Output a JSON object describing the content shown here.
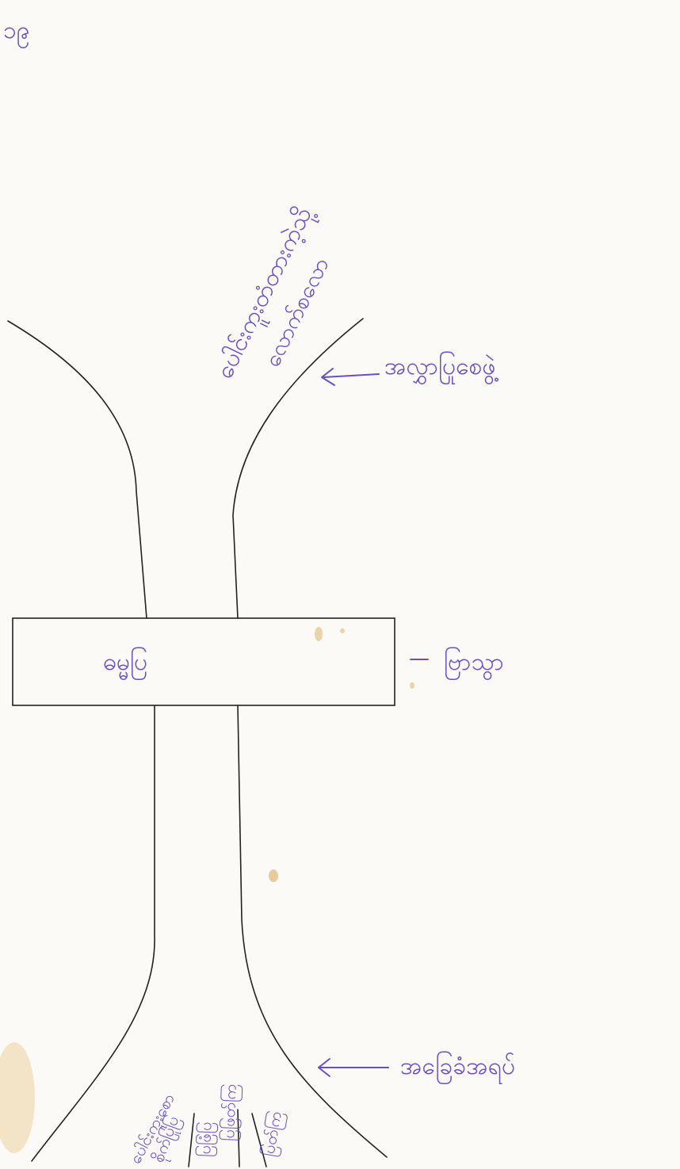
{
  "page_number": "၁၉",
  "diagram": {
    "title_line1": "ပေါင်းကူးတံတားကဲ့သို့",
    "title_line2": "လောက်စလော",
    "upper_label": "အလွှာပြုစေဖွဲ့",
    "center_box_text": "ဓမ္မပြ",
    "center_label": "ဗြာသွာ",
    "lower_label": "အခြေခံအရပ်",
    "root_strands": [
      "ပေါင်းကူးစော",
      "စိုက်ပြုပြ",
      "ပြဖြံပြ",
      "ပြဖြတ်ကြ",
      "ပြတ်ကြ"
    ]
  },
  "colors": {
    "paper": "#fbfaf6",
    "ink_black": "#222222",
    "ink_purple": "#6a4fc4",
    "stain": "#e9c98f"
  }
}
